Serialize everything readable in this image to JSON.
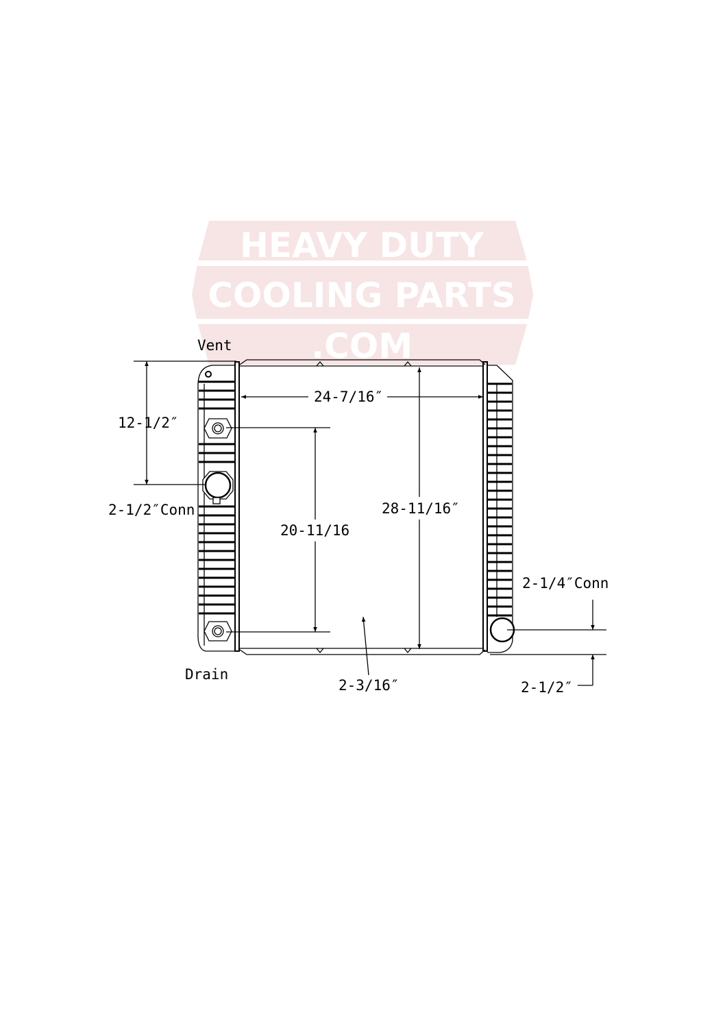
{
  "watermark": {
    "line1": "HEAVY DUTY",
    "line2": "COOLING PARTS",
    "line3": ".COM",
    "color": "#f7e4e4"
  },
  "labels": {
    "vent": "Vent",
    "drain": "Drain",
    "inlet_conn": "2-1/2″Conn",
    "outlet_conn": "2-1/4″Conn",
    "vent_to_inlet": "12-1/2″",
    "core_width": "24-7/16″",
    "core_height": "28-11/16″",
    "fitting_spacing": "20-11/16",
    "core_depth": "2-3/16″",
    "outlet_offset": "2-1/2″"
  }
}
